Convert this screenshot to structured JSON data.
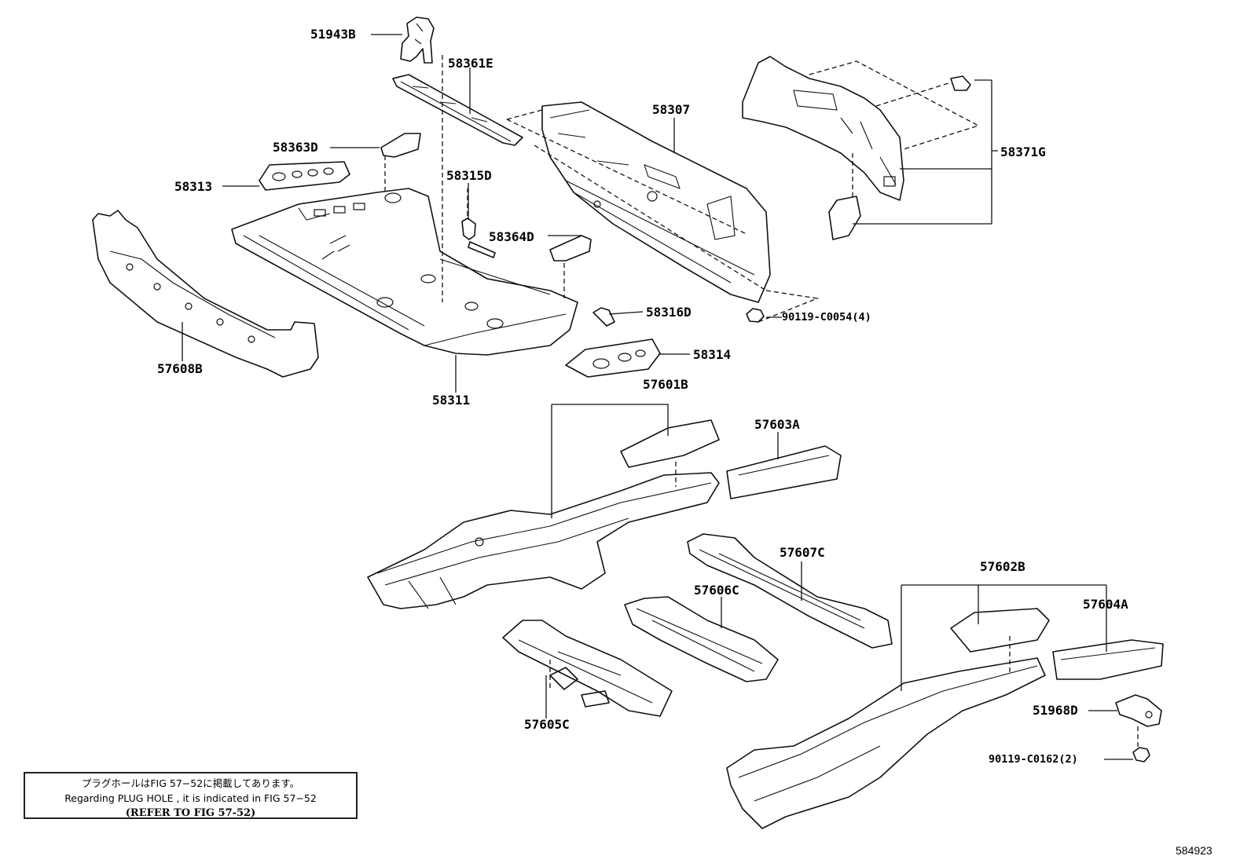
{
  "parts": {
    "p51943B": "51943B",
    "p58361E": "58361E",
    "p58307": "58307",
    "p58371G": "58371G",
    "p58363D": "58363D",
    "p58313": "58313",
    "p58315D": "58315D",
    "p58364D": "58364D",
    "p58316D": "58316D",
    "p90119_C0054": "90119-C0054(4)",
    "p58314": "58314",
    "p57608B": "57608B",
    "p58311": "58311",
    "p57601B": "57601B",
    "p57603A": "57603A",
    "p57607C": "57607C",
    "p57606C": "57606C",
    "p57602B": "57602B",
    "p57604A": "57604A",
    "p51968D": "51968D",
    "p90119_C0162": "90119-C0162(2)",
    "p57605C": "57605C"
  },
  "note": {
    "japanese": "プラグホールはFIG 57−52に掲載してあります。",
    "english": "Regarding  PLUG  HOLE , it is indicated in FIG  57−52",
    "refer": "(REFER TO FIG 57-52)"
  },
  "figure_number": "584923"
}
